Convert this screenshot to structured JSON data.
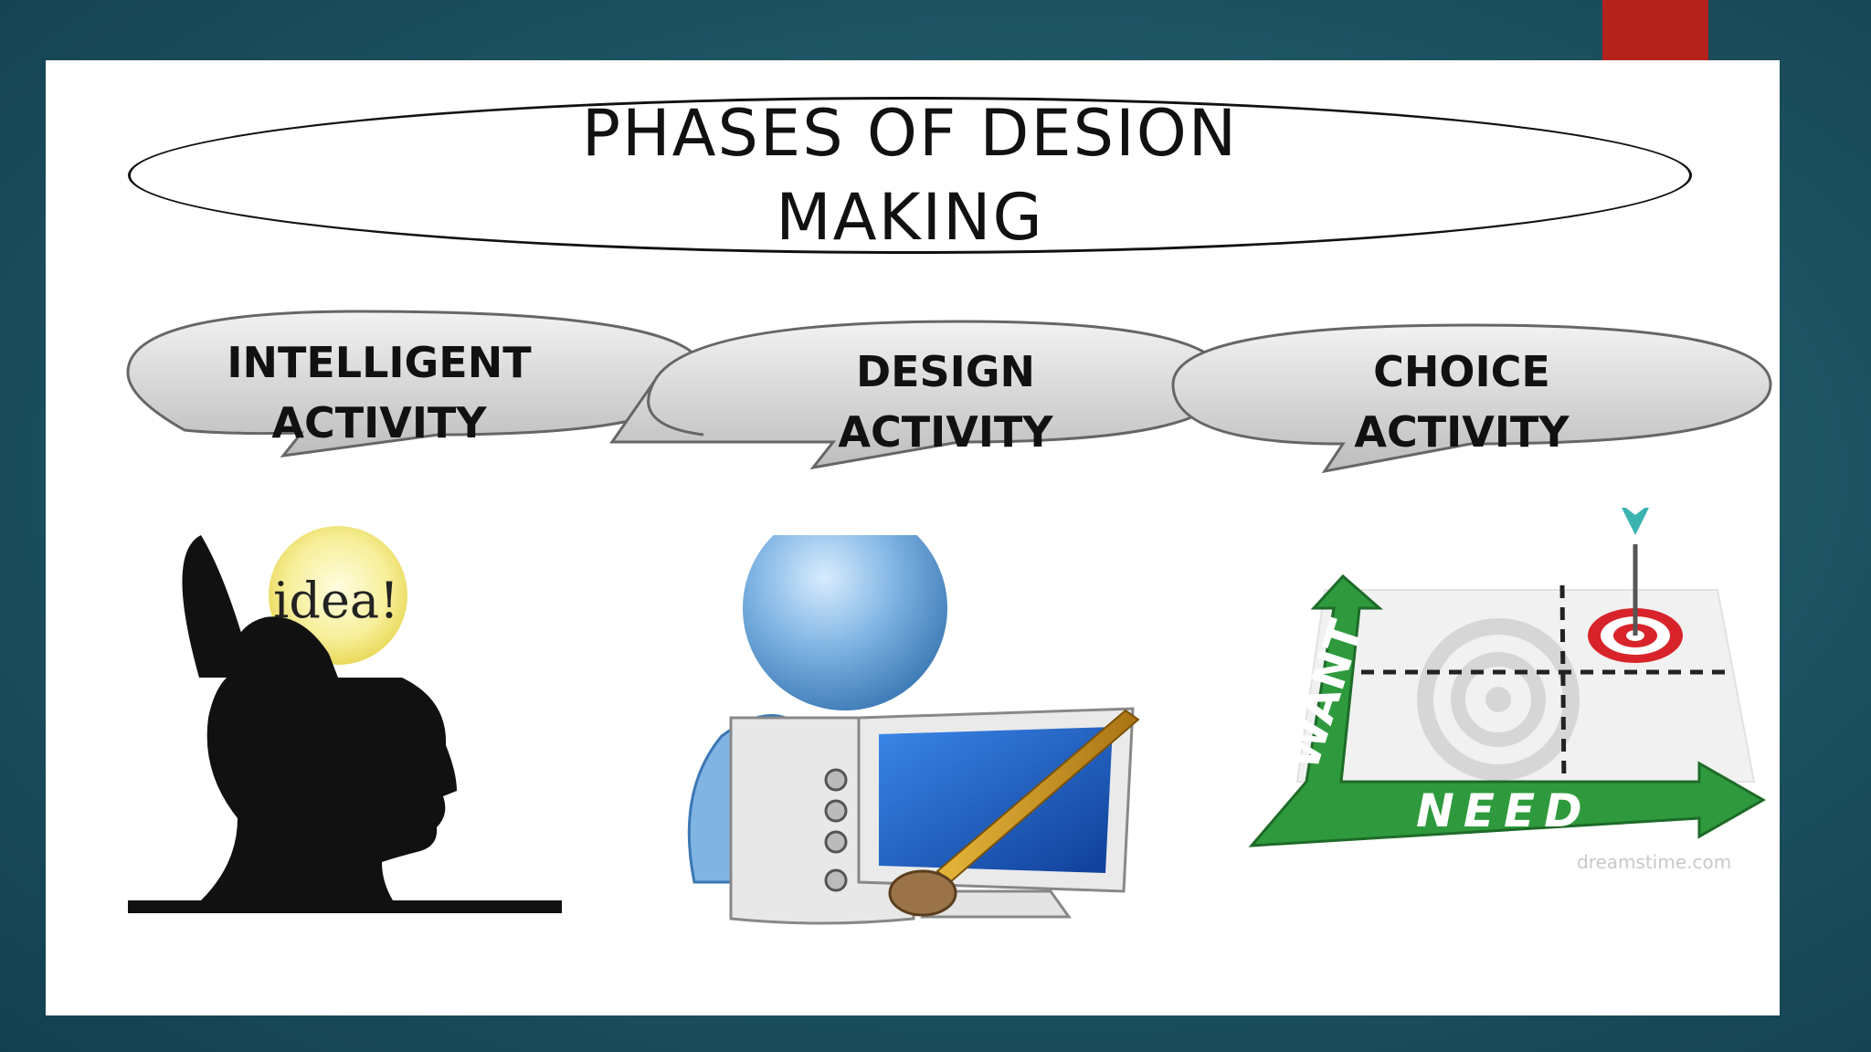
{
  "title": "PHASES OF DESION MAKING",
  "phases": [
    {
      "label": "INTELLIGENT ACTIVITY"
    },
    {
      "label": "DESIGN ACTIVITY"
    },
    {
      "label": "CHOICE ACTIVITY"
    }
  ],
  "illustrations": {
    "idea_bulb_text": "idea!",
    "want_label": "WANT",
    "need_label": "NEED",
    "watermark": "dreamstime.com"
  },
  "colors": {
    "background": "#1f5866",
    "accent": "#b3221b",
    "bubble_fill": "#d9d9d9",
    "chart_green": "#2e9a3d",
    "target_red": "#d8232a",
    "monitor_blue": "#1d5fc2",
    "figure_blue": "#6aa6d8"
  },
  "icons": [
    "head-idea-icon",
    "designer-computer-icon",
    "want-need-target-icon"
  ]
}
